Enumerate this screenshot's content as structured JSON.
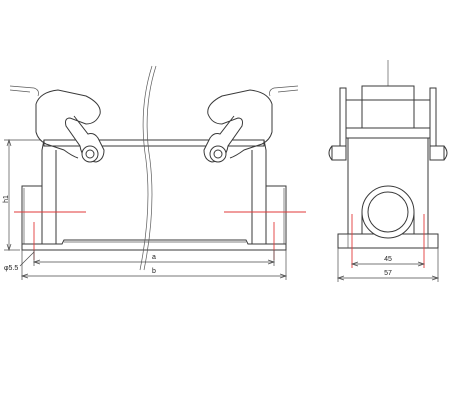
{
  "labels": {
    "h1": "h1",
    "a": "a",
    "b": "b",
    "hole_dia": "φ5.5",
    "dim_45": "45",
    "dim_57": "57"
  },
  "colors": {
    "line": "#3a3a3a",
    "centerline": "#e23a3a",
    "background": "#ffffff"
  }
}
